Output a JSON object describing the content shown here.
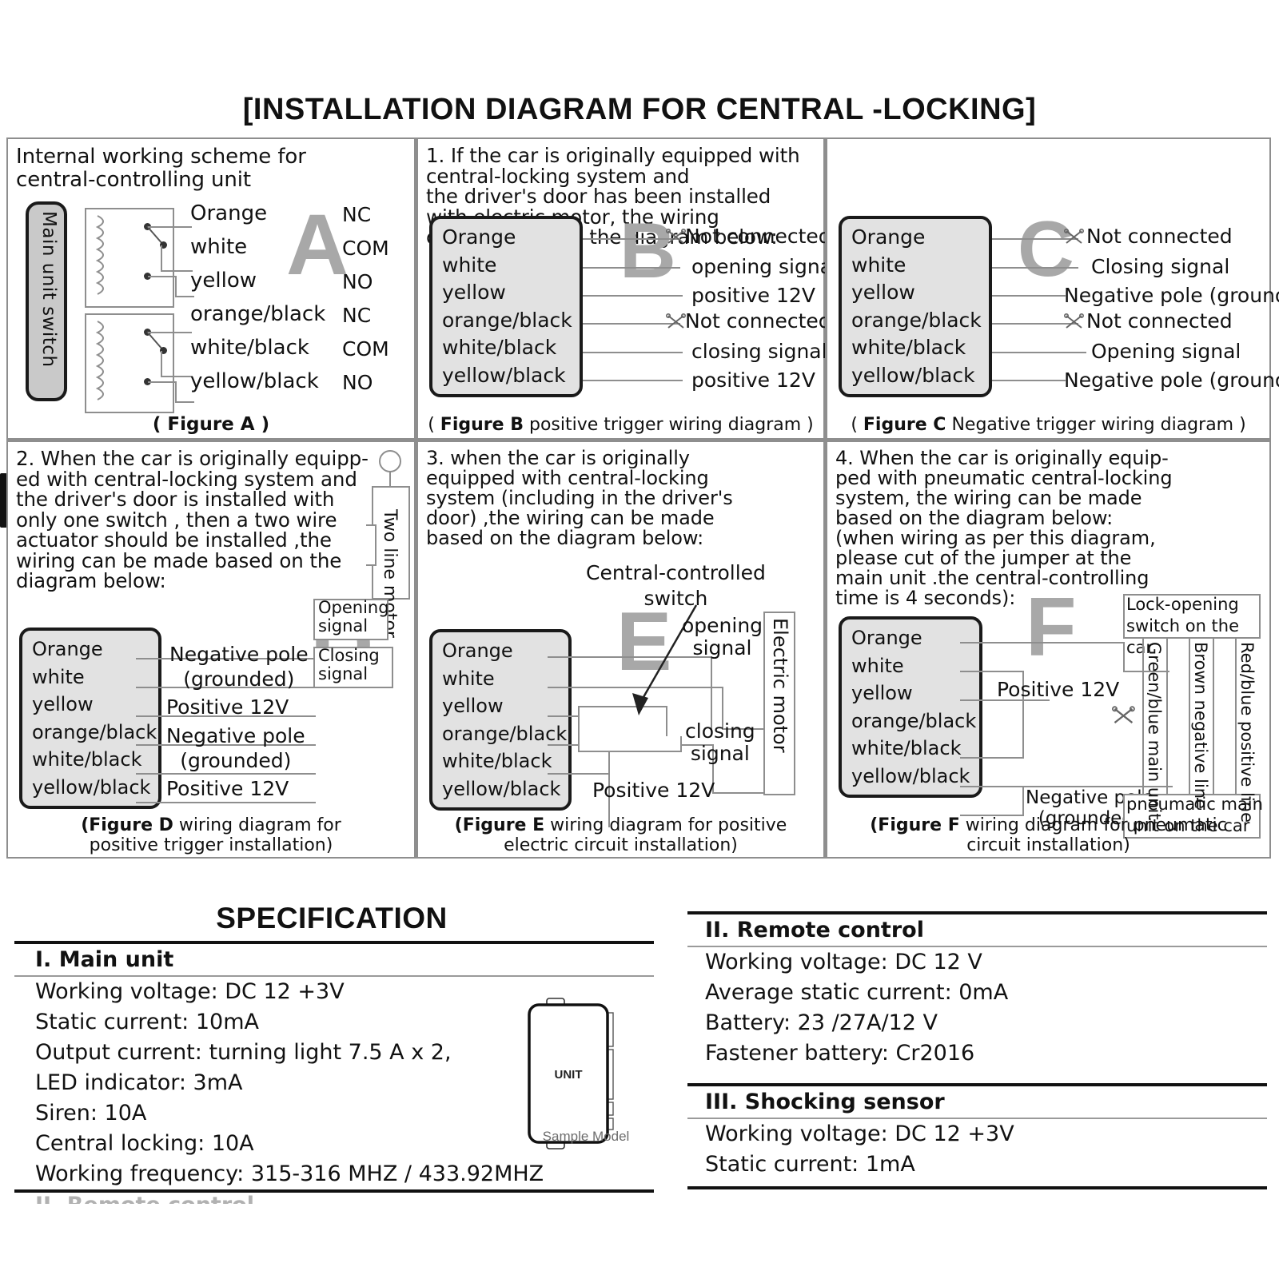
{
  "title": "[INSTALLATION DIAGRAM FOR  CENTRAL -LOCKING]",
  "panel_a": {
    "heading": "Internal working scheme for\ncentral-controlling unit",
    "switch_label": "Main unit switch",
    "watermark": "A",
    "wires": [
      "Orange",
      "white",
      "yellow",
      "orange/black",
      "white/black",
      "yellow/black"
    ],
    "terminals": [
      "NC",
      "COM",
      "NO",
      "NC",
      "COM",
      "NO"
    ],
    "caption": "( Figure A )"
  },
  "panel_b": {
    "intro": "1. If the car is originally equipped with central-locking system  and\nthe driver's door has been installed with electric motor, the wiring\ncan be made on the diagram below:",
    "watermark": "B",
    "wires": [
      "Orange",
      "white",
      "yellow",
      "orange/black",
      "white/black",
      "yellow/black"
    ],
    "signals": [
      "Not connected",
      "opening signal",
      "positive 12V",
      "Not connected",
      "closing signal",
      "positive 12V"
    ],
    "caption_prefix": "( ",
    "caption_bold": "Figure B",
    "caption_rest": " positive trigger wiring diagram )"
  },
  "panel_c": {
    "watermark": "C",
    "wires": [
      "Orange",
      "white",
      "yellow",
      "orange/black",
      "white/black",
      "yellow/black"
    ],
    "signals": [
      "Not connected",
      "Closing signal",
      "Negative pole (grounded)",
      "Not connected",
      "Opening signal",
      "Negative pole (grounded)"
    ],
    "caption_prefix": "( ",
    "caption_bold": "Figure C",
    "caption_rest": " Negative  trigger wiring diagram )"
  },
  "panel_d": {
    "intro": "2. When the car is originally equipp-\ned with central-locking system and\nthe driver's door is installed with\nonly one switch , then a two wire\nactuator should be installed ,the\nwiring can be made based on the\ndiagram below:",
    "watermark": "D",
    "wires": [
      "Orange",
      "white",
      "yellow",
      "orange/black",
      "white/black",
      "yellow/black"
    ],
    "labels": {
      "negative1": "Negative pole\n(grounded)",
      "positive1": "Positive 12V",
      "negative2": "Negative pole\n(grounded)",
      "positive2": "Positive 12V",
      "motor": "Two line\nmotor",
      "opening": "Opening\nsignal",
      "closing": "Closing\nsignal"
    },
    "caption_bold": "(Figure D",
    "caption_rest": " wiring diagram for\npositive trigger installation)"
  },
  "panel_e": {
    "intro": "3. when the car is originally\nequipped with central-locking\nsystem (including in the driver's\ndoor)  ,the wiring can be made\nbased on the diagram below:",
    "watermark": "E",
    "wires": [
      "Orange",
      "white",
      "yellow",
      "orange/black",
      "white/black",
      "yellow/black"
    ],
    "labels": {
      "central_switch": "Central-controlled\nswitch",
      "opening": "opening\nsignal",
      "closing": "closing\nsignal",
      "motor": "Electric motor",
      "positive": "Positive 12V"
    },
    "caption_bold": "(Figure E",
    "caption_rest": " wiring diagram for  positive\nelectric circuit  installation)"
  },
  "panel_f": {
    "intro": "4. When the car is originally  equip-\nped with pneumatic central-locking\nsystem, the wiring can be made\nbased  on the diagram below:\n(when wiring as per this diagram,\nplease cut of the jumper at the\nmain unit .the central-controlling\ntime is 4 seconds):",
    "watermark": "F",
    "wires": [
      "Orange",
      "white",
      "yellow",
      "orange/black",
      "white/black",
      "yellow/black"
    ],
    "labels": {
      "positive": "Positive 12V",
      "negative": "Negative pole\n(grounded)",
      "lock_switch": "Lock-opening\nswitch on the car",
      "green_blue": "Green/blue\nmain unit",
      "brown": "Brown\nnegative line",
      "red_blue": "Red/blue\npositive line",
      "pneumatic_unit": "pneumatic main\nunit on the car"
    },
    "caption_bold": "(Figure F",
    "caption_rest": " wiring diagram for  pneumatic\ncircuit  installation)"
  },
  "specification": {
    "title": "SPECIFICATION",
    "main_unit": {
      "heading": "I. Main unit",
      "lines": [
        "Working voltage: DC 12 +3V",
        "Static current:  10mA",
        "Output current: turning light 7.5 A x 2,",
        "LED indicator:  3mA",
        "Siren: 10A",
        "Central locking: 10A",
        "Working frequency: 315-316 MHZ / 433.92MHZ"
      ],
      "cut_off_line": "II. Remote control",
      "unit_image_label": "UNIT",
      "sample_caption": "Sample Model"
    },
    "remote_control": {
      "heading": "II. Remote control",
      "lines": [
        "Working voltage: DC 12 V",
        "Average static current: 0mA",
        "Battery: 23 /27A/12 V",
        "Fastener battery: Cr2016"
      ]
    },
    "shocking_sensor": {
      "heading": "III. Shocking sensor",
      "lines": [
        "Working voltage: DC 12 +3V",
        "Static current:  1mA"
      ]
    }
  }
}
